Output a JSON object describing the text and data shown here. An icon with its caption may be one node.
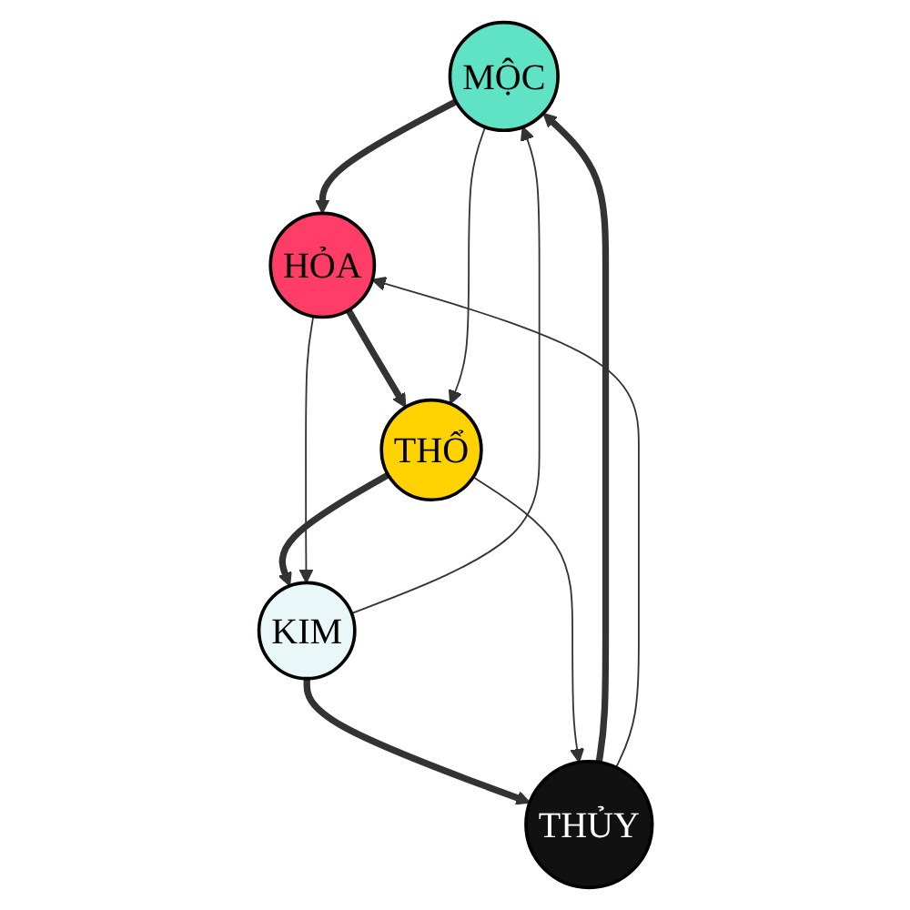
{
  "diagram": {
    "nodes": [
      {
        "text": [
          "MỘC"
        ]
      },
      {
        "text": [
          "HỎA"
        ]
      },
      {
        "text": [
          "THỔ"
        ]
      },
      {
        "text": [
          "KIM"
        ]
      },
      {
        "text": [
          "THỦY"
        ]
      }
    ],
    "edges": [
      {
        "from": 0,
        "to": 1,
        "arrow": "to",
        "style": "thick"
      },
      {
        "from": 1,
        "to": 2,
        "arrow": "to",
        "style": "thick"
      },
      {
        "from": 2,
        "to": 3,
        "arrow": "to",
        "style": "thick"
      },
      {
        "from": 3,
        "to": 4,
        "arrow": "to",
        "style": "thick"
      },
      {
        "from": 4,
        "to": 0,
        "arrow": "to",
        "style": "thick"
      },
      {
        "from": 0,
        "to": 2,
        "arrow": "to"
      },
      {
        "from": 2,
        "to": 4,
        "arrow": "to"
      },
      {
        "from": 4,
        "to": 1,
        "arrow": "to"
      },
      {
        "from": 1,
        "to": 3,
        "arrow": "to"
      },
      {
        "from": 3,
        "to": 0,
        "arrow": "to"
      }
    ]
  }
}
